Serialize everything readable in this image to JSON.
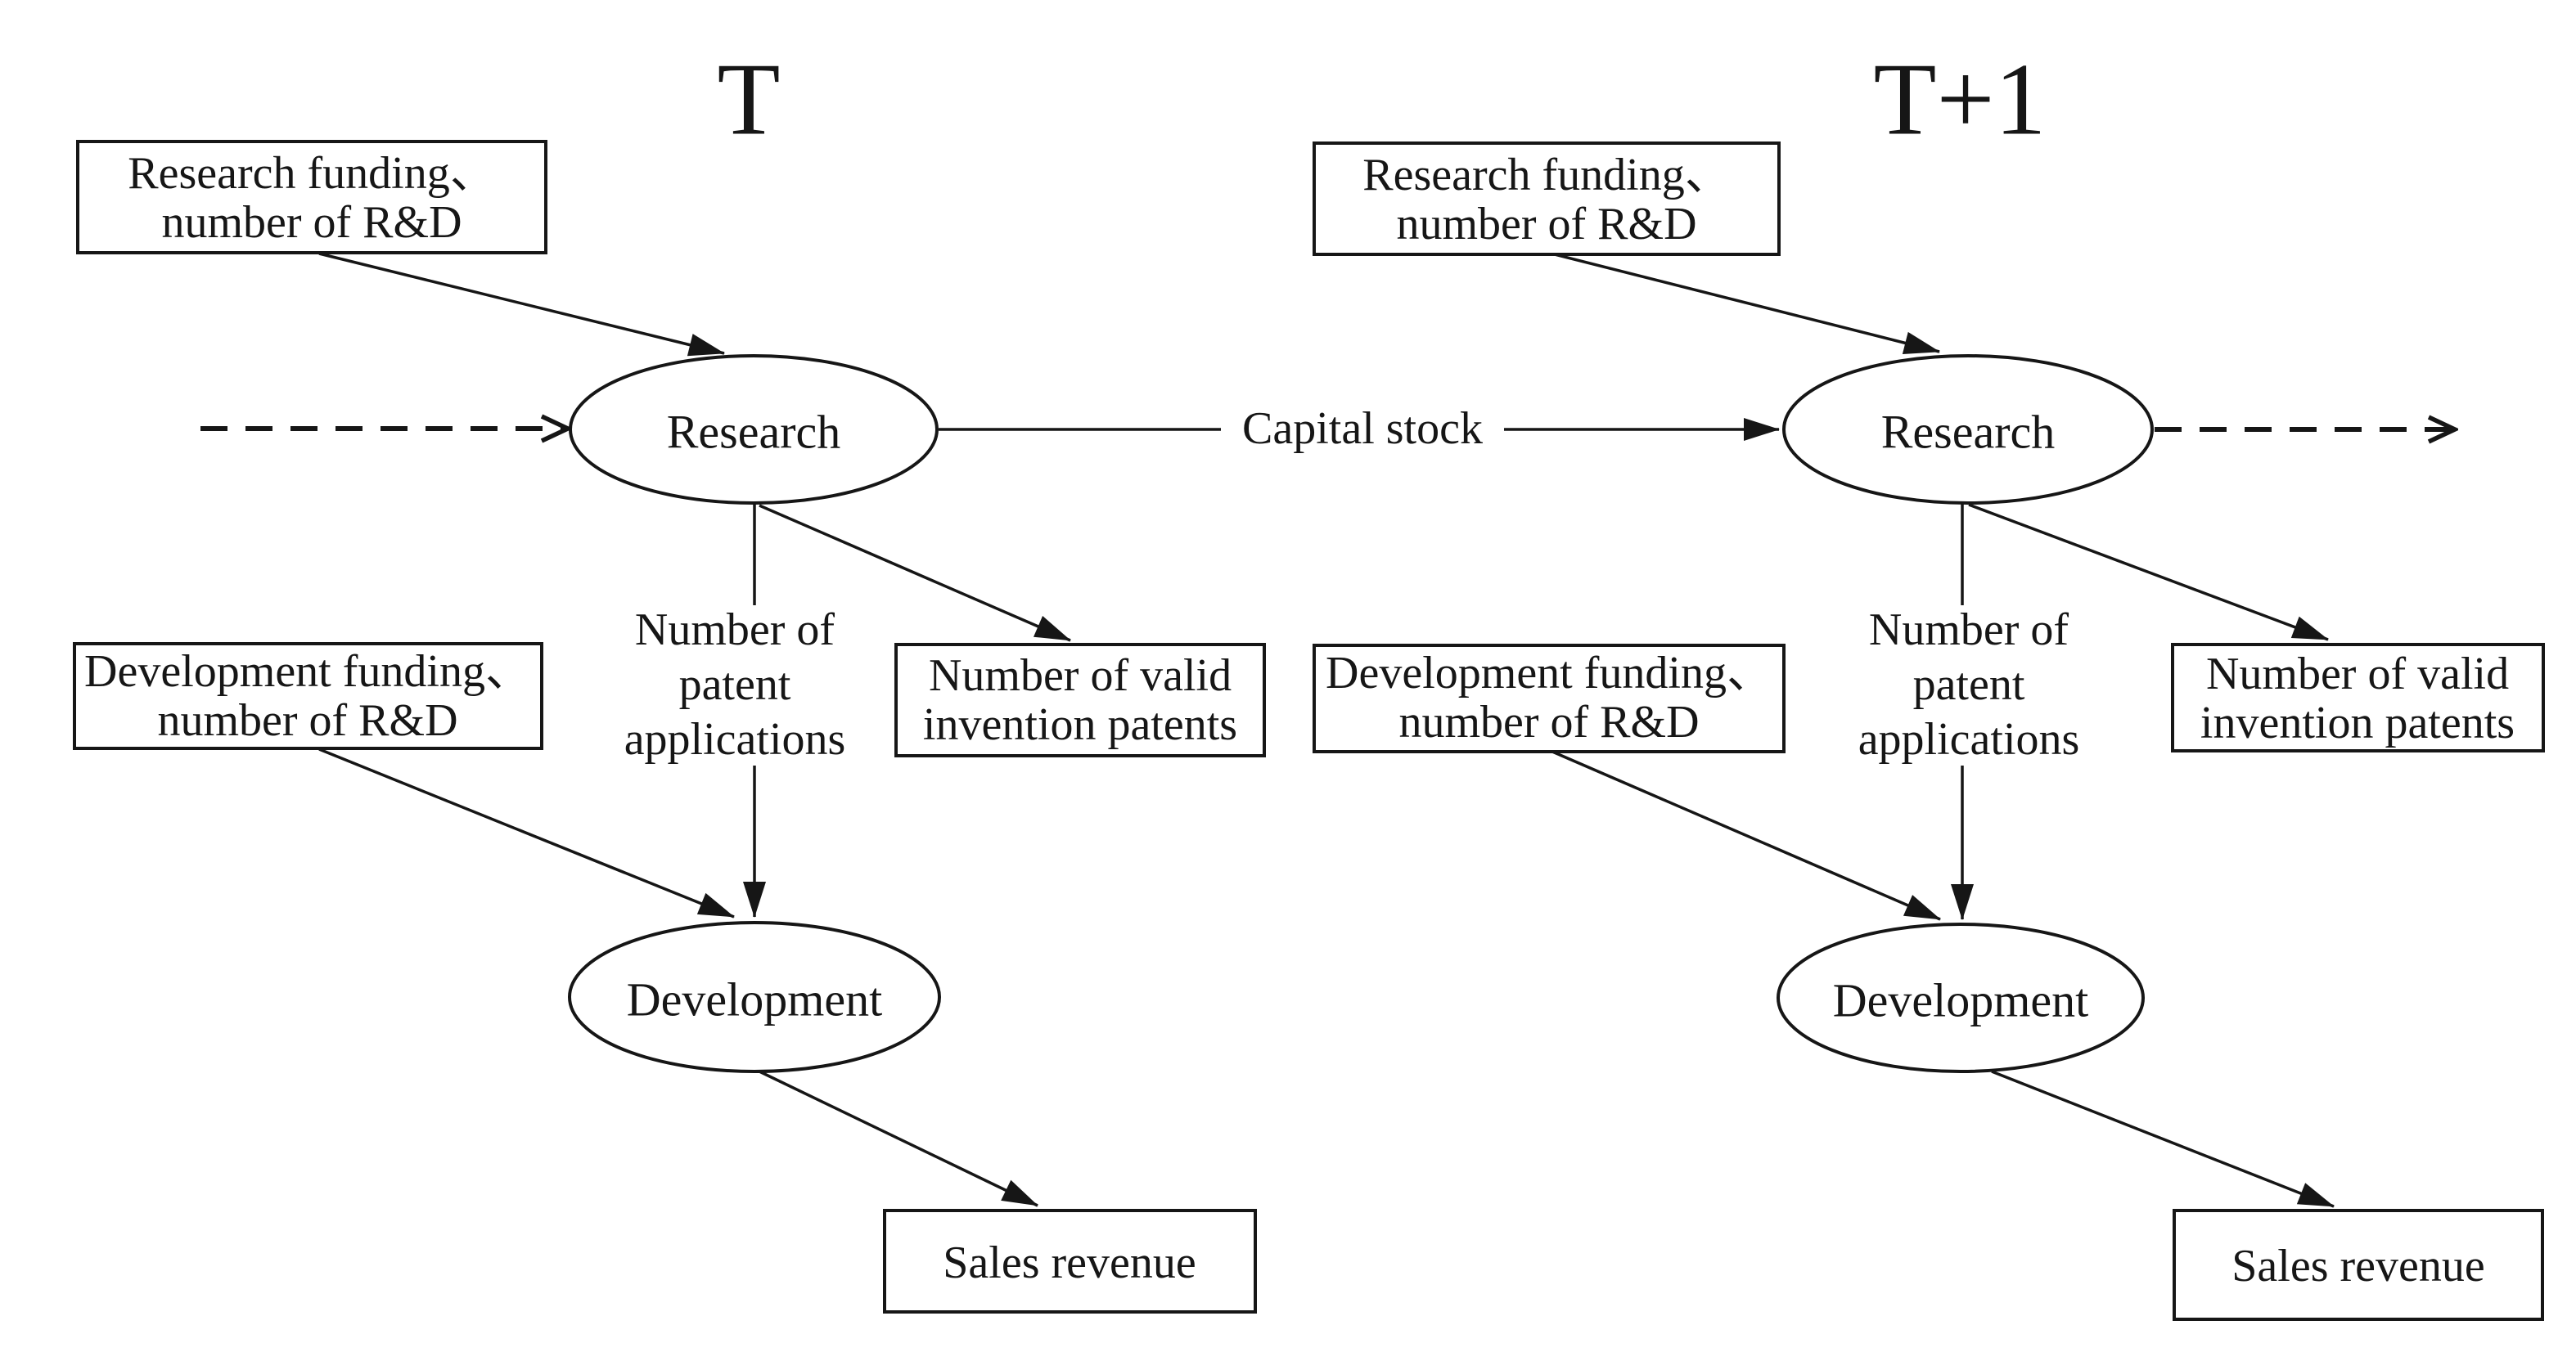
{
  "colors": {
    "ink": "#161616",
    "background": "#ffffff"
  },
  "titles": {
    "period_t": "T",
    "period_t_plus_1": "T+1"
  },
  "labels": {
    "research_funding_line1": "Research funding、",
    "research_funding_line2": "number of R&D",
    "development_funding_line1": "Development funding、",
    "development_funding_line2": "number of R&D",
    "valid_patents_line1": "Number of valid",
    "valid_patents_line2": "invention patents",
    "patent_applications_line1": "Number of",
    "patent_applications_line2": "patent",
    "patent_applications_line3": "applications",
    "research_node": "Research",
    "development_node": "Development",
    "sales_revenue": "Sales revenue",
    "capital_stock": "Capital stock"
  }
}
